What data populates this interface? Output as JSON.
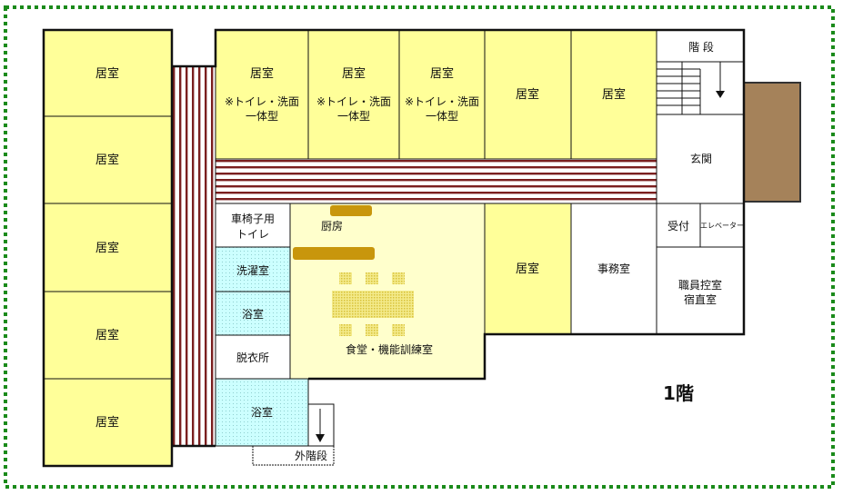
{
  "floor_label": "1階",
  "colors": {
    "border_green": "#1a8a1a",
    "room_yellow": "#ffff99",
    "room_cyan": "#ccffff",
    "dining_cream": "#ffffcc",
    "corridor_stripe": "#7a1f1f",
    "kitchen_counter": "#c8960c",
    "annex_brown": "#a5825a",
    "table_dots": "#e3d24a"
  },
  "left_rooms": [
    "居室",
    "居室",
    "居室",
    "居室",
    "居室"
  ],
  "top_rooms": [
    {
      "name": "居室",
      "note_line1": "※トイレ・洗面",
      "note_line2": "一体型"
    },
    {
      "name": "居室",
      "note_line1": "※トイレ・洗面",
      "note_line2": "一体型"
    },
    {
      "name": "居室",
      "note_line1": "※トイレ・洗面",
      "note_line2": "一体型"
    },
    {
      "name": "居室",
      "note_line1": "",
      "note_line2": ""
    },
    {
      "name": "居室",
      "note_line1": "",
      "note_line2": ""
    }
  ],
  "stairs": "階 段",
  "entrance": "玄関",
  "reception": "受付",
  "elevator": "エレベーター",
  "staff_room_line1": "職員控室",
  "staff_room_line2": "宿直室",
  "office": "事務室",
  "middle_room": "居室",
  "accessible_toilet_line1": "車椅子用",
  "accessible_toilet_line2": "トイレ",
  "kitchen": "厨房",
  "laundry": "洗濯室",
  "bath_1": "浴室",
  "changing_room": "脱衣所",
  "bath_2": "浴室",
  "dining_room": "食堂・機能訓練室",
  "outdoor_stairs": "外階段"
}
